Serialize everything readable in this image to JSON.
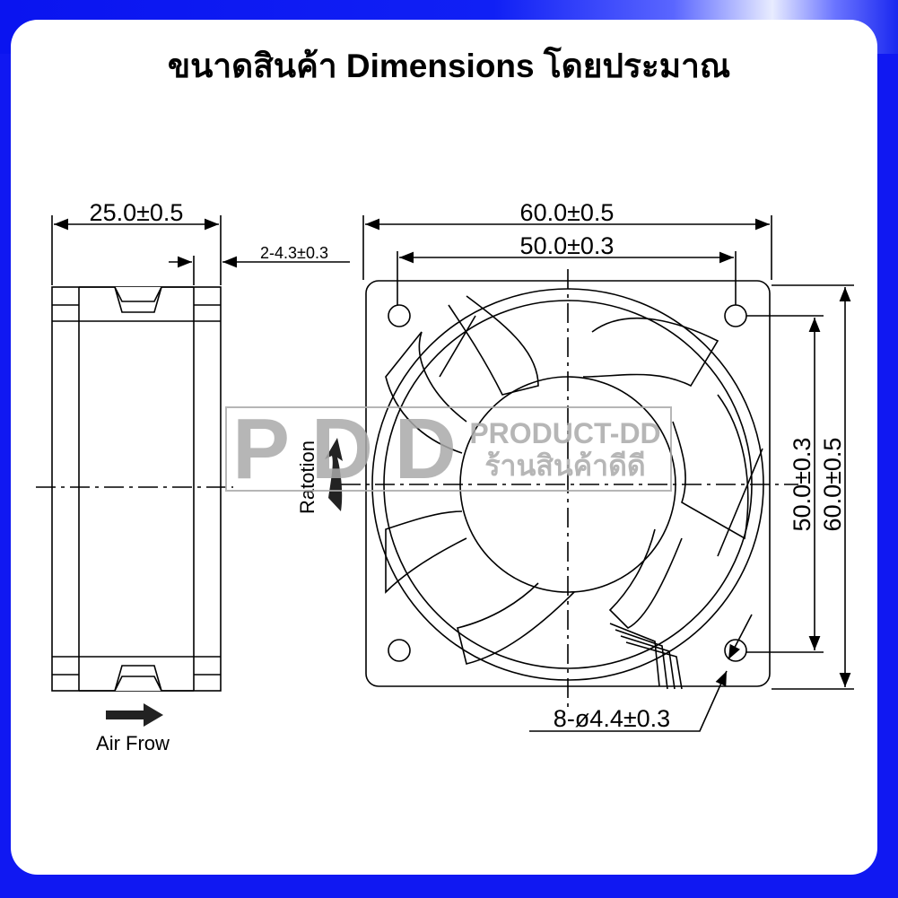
{
  "title": "ขนาดสินค้า Dimensions โดยประมาณ",
  "side_view": {
    "width_label": "25.0±0.5",
    "hole_label": "2-4.3±0.3",
    "airflow_label": "Air Frow"
  },
  "front_view": {
    "outer_width_label": "60.0±0.5",
    "hole_spacing_label": "50.0±0.3",
    "hole_spacing_vertical_label": "50.0±0.3",
    "outer_height_label": "60.0±0.5",
    "holes_label": "8-ø4.4±0.3",
    "rotation_label": "Ratotion"
  },
  "watermark": {
    "logo": "PDD",
    "brand": "PRODUCT-DD",
    "brand_thai": "ร้านสินค้าดีดี"
  },
  "colors": {
    "frame": "#1018f2",
    "line": "#000000",
    "watermark": "#aaaaaa"
  }
}
